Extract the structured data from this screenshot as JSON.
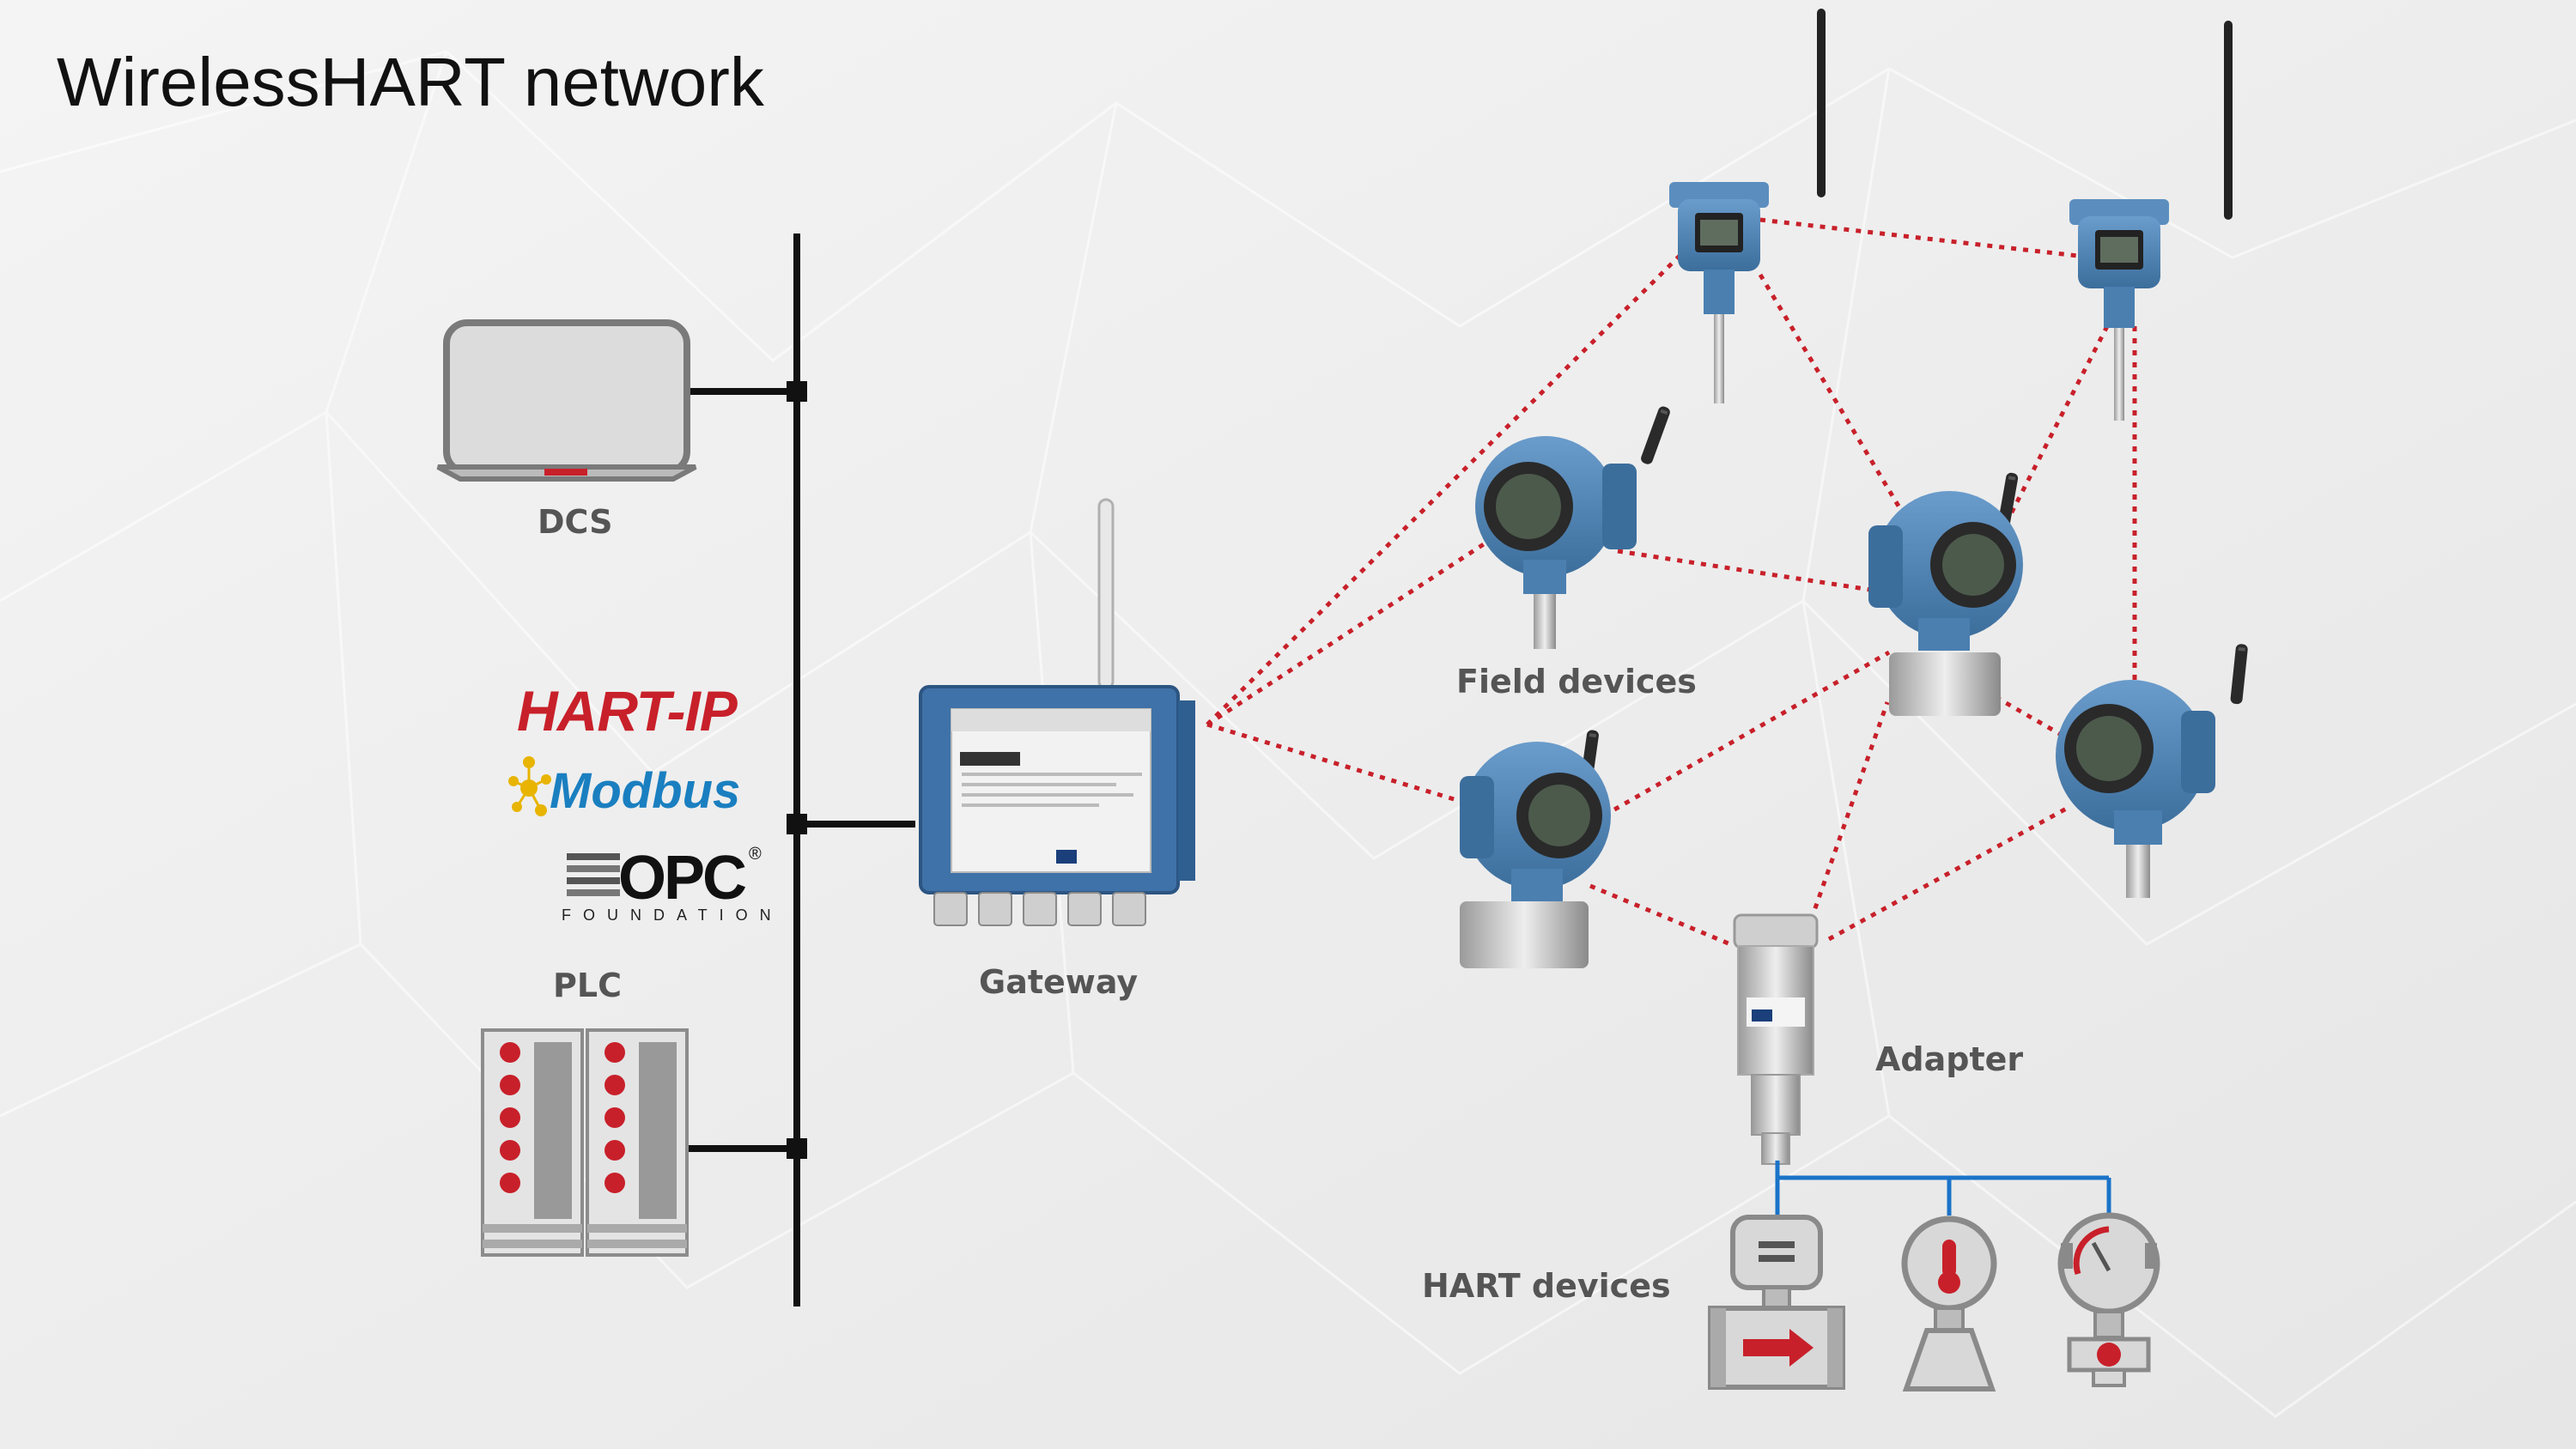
{
  "title": "WirelessHART network",
  "labels": {
    "dcs": "DCS",
    "plc": "PLC",
    "gateway": "Gateway",
    "field_devices": "Field devices",
    "adapter": "Adapter",
    "hart_devices": "HART devices"
  },
  "protocols": {
    "hart_ip": "HART-IP",
    "modbus": "Modbus",
    "opc": "OPC",
    "opc_sub": "FOUNDATION"
  },
  "colors": {
    "background": "#eeeeee",
    "bus_line": "#111111",
    "wireless_link": "#c8202a",
    "wired_link": "#1a73c8",
    "device_blue": "#4a7fb0",
    "accent_red": "#c8202a"
  },
  "icons": [
    "laptop-icon",
    "plc-rack-icon",
    "gateway-box-icon",
    "field-transmitter-icon",
    "wirelesshart-adapter-icon",
    "flow-meter-icon",
    "temperature-transmitter-icon",
    "pressure-gauge-icon"
  ]
}
